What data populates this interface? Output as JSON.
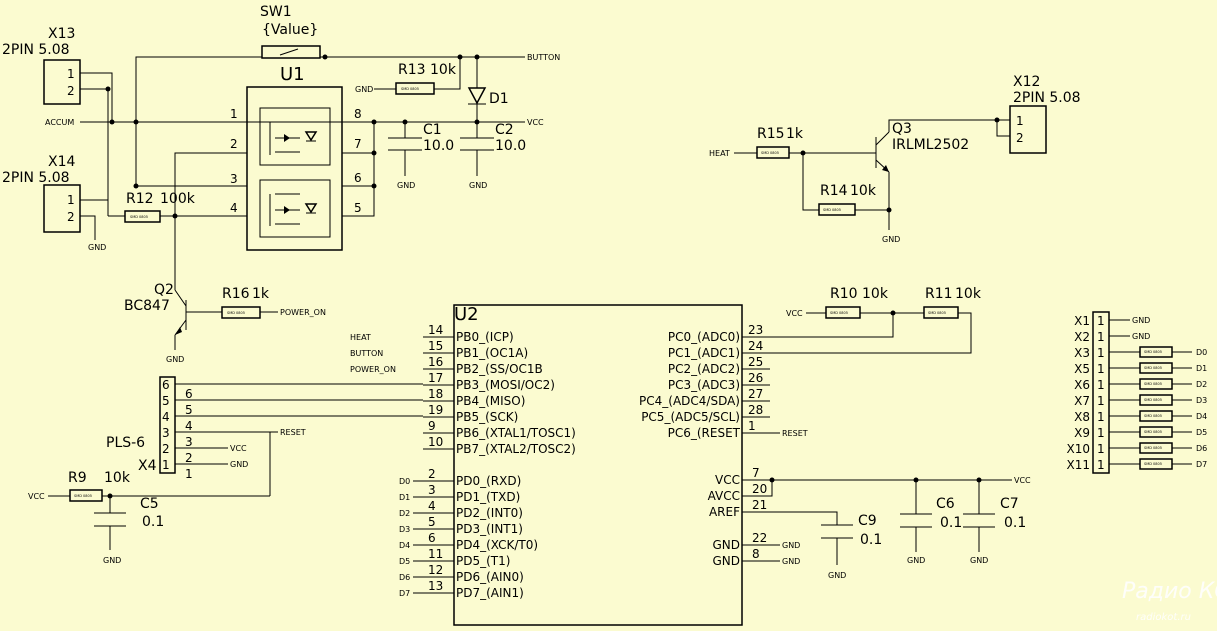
{
  "connectors": {
    "x13": {
      "ref": "X13",
      "type": "2PIN 5.08",
      "pins": [
        "1",
        "2"
      ]
    },
    "x14": {
      "ref": "X14",
      "type": "2PIN 5.08",
      "pins": [
        "1",
        "2"
      ]
    },
    "x12": {
      "ref": "X12",
      "type": "2PIN 5.08",
      "pins": [
        "1",
        "2"
      ]
    },
    "x4": {
      "ref": "X4",
      "type": "PLS-6",
      "pins": [
        "6",
        "5",
        "4",
        "3",
        "2",
        "1"
      ]
    }
  },
  "switch": {
    "ref": "SW1",
    "value": "{Value}"
  },
  "u1": {
    "ref": "U1",
    "pins": [
      "1",
      "2",
      "3",
      "4",
      "8",
      "7",
      "6",
      "5"
    ]
  },
  "u2": {
    "ref": "U2",
    "left_pins": [
      {
        "num": "14",
        "name": "PB0_(ICP)",
        "net": "HEAT"
      },
      {
        "num": "15",
        "name": "PB1_(OC1A)",
        "net": "BUTTON"
      },
      {
        "num": "16",
        "name": "PB2_(SS/OC1B",
        "net": "POWER_ON"
      },
      {
        "num": "17",
        "name": "PB3_(MOSI/OC2)",
        "net": ""
      },
      {
        "num": "18",
        "name": "PB4_(MISO)",
        "net": ""
      },
      {
        "num": "19",
        "name": "PB5_(SCK)",
        "net": ""
      },
      {
        "num": "9",
        "name": "PB6_(XTAL1/TOSC1)",
        "net": ""
      },
      {
        "num": "10",
        "name": "PB7_(XTAL2/TOSC2)",
        "net": ""
      },
      {
        "num": "2",
        "name": "PD0_(RXD)",
        "net": "D0"
      },
      {
        "num": "3",
        "name": "PD1_(TXD)",
        "net": "D1"
      },
      {
        "num": "4",
        "name": "PD2_(INT0)",
        "net": "D2"
      },
      {
        "num": "5",
        "name": "PD3_(INT1)",
        "net": "D3"
      },
      {
        "num": "6",
        "name": "PD4_(XCK/T0)",
        "net": "D4"
      },
      {
        "num": "11",
        "name": "PD5_(T1)",
        "net": "D5"
      },
      {
        "num": "12",
        "name": "PD6_(AIN0)",
        "net": "D6"
      },
      {
        "num": "13",
        "name": "PD7_(AIN1)",
        "net": "D7"
      }
    ],
    "right_pins": [
      {
        "num": "23",
        "name": "PC0_(ADC0)"
      },
      {
        "num": "24",
        "name": "PC1_(ADC1)"
      },
      {
        "num": "25",
        "name": "PC2_(ADC2)"
      },
      {
        "num": "26",
        "name": "PC3_(ADC3)"
      },
      {
        "num": "27",
        "name": "PC4_(ADC4/SDA)"
      },
      {
        "num": "28",
        "name": "PC5_(ADC5/SCL)"
      },
      {
        "num": "1",
        "name": "PC6_(RESET",
        "net": "RESET"
      }
    ],
    "power_pins": [
      {
        "num": "7",
        "name": "VCC"
      },
      {
        "num": "20",
        "name": "AVCC"
      },
      {
        "num": "21",
        "name": "AREF"
      },
      {
        "num": "22",
        "name": "GND"
      },
      {
        "num": "8",
        "name": "GND"
      }
    ]
  },
  "resistors": {
    "r13": {
      "ref": "R13",
      "value": "10k"
    },
    "r12": {
      "ref": "R12",
      "value": "100k"
    },
    "r16": {
      "ref": "R16",
      "value": "1k"
    },
    "r15": {
      "ref": "R15",
      "value": "1k"
    },
    "r14": {
      "ref": "R14",
      "value": "10k"
    },
    "r10": {
      "ref": "R10",
      "value": "10k"
    },
    "r11": {
      "ref": "R11",
      "value": "10k"
    },
    "r9": {
      "ref": "R9",
      "value": "10k"
    }
  },
  "capacitors": {
    "c1": {
      "ref": "C1",
      "value": "10.0"
    },
    "c2": {
      "ref": "C2",
      "value": "10.0"
    },
    "c5": {
      "ref": "C5",
      "value": "0.1"
    },
    "c6": {
      "ref": "C6",
      "value": "0.1"
    },
    "c7": {
      "ref": "C7",
      "value": "0.1"
    },
    "c9": {
      "ref": "C9",
      "value": "0.1"
    }
  },
  "diode": {
    "ref": "D1"
  },
  "transistors": {
    "q2": {
      "ref": "Q2",
      "type": "BC847"
    },
    "q3": {
      "ref": "Q3",
      "type": "IRLML2502"
    }
  },
  "nets": {
    "accum": "ACCUM",
    "button": "BUTTON",
    "vcc": "VCC",
    "gnd": "GND",
    "heat": "HEAT",
    "power_on": "POWER_ON",
    "reset": "RESET"
  },
  "pin_numbers": {
    "one": "1",
    "two": "2",
    "three": "3",
    "four": "4",
    "five": "5",
    "six": "6"
  },
  "output_connectors": {
    "pin": "1",
    "rows": [
      {
        "ref": "X1",
        "net": "GND"
      },
      {
        "ref": "X2",
        "net": "GND"
      },
      {
        "ref": "X3",
        "net": "D0"
      },
      {
        "ref": "X5",
        "net": "D1"
      },
      {
        "ref": "X6",
        "net": "D2"
      },
      {
        "ref": "X7",
        "net": "D3"
      },
      {
        "ref": "X8",
        "net": "D4"
      },
      {
        "ref": "X9",
        "net": "D5"
      },
      {
        "ref": "X10",
        "net": "D6"
      },
      {
        "ref": "X11",
        "net": "D7"
      }
    ]
  },
  "part_marking": "SMD 0805",
  "watermark": {
    "line1": "Радио КОТ",
    "line2": "radiokot.ru"
  }
}
